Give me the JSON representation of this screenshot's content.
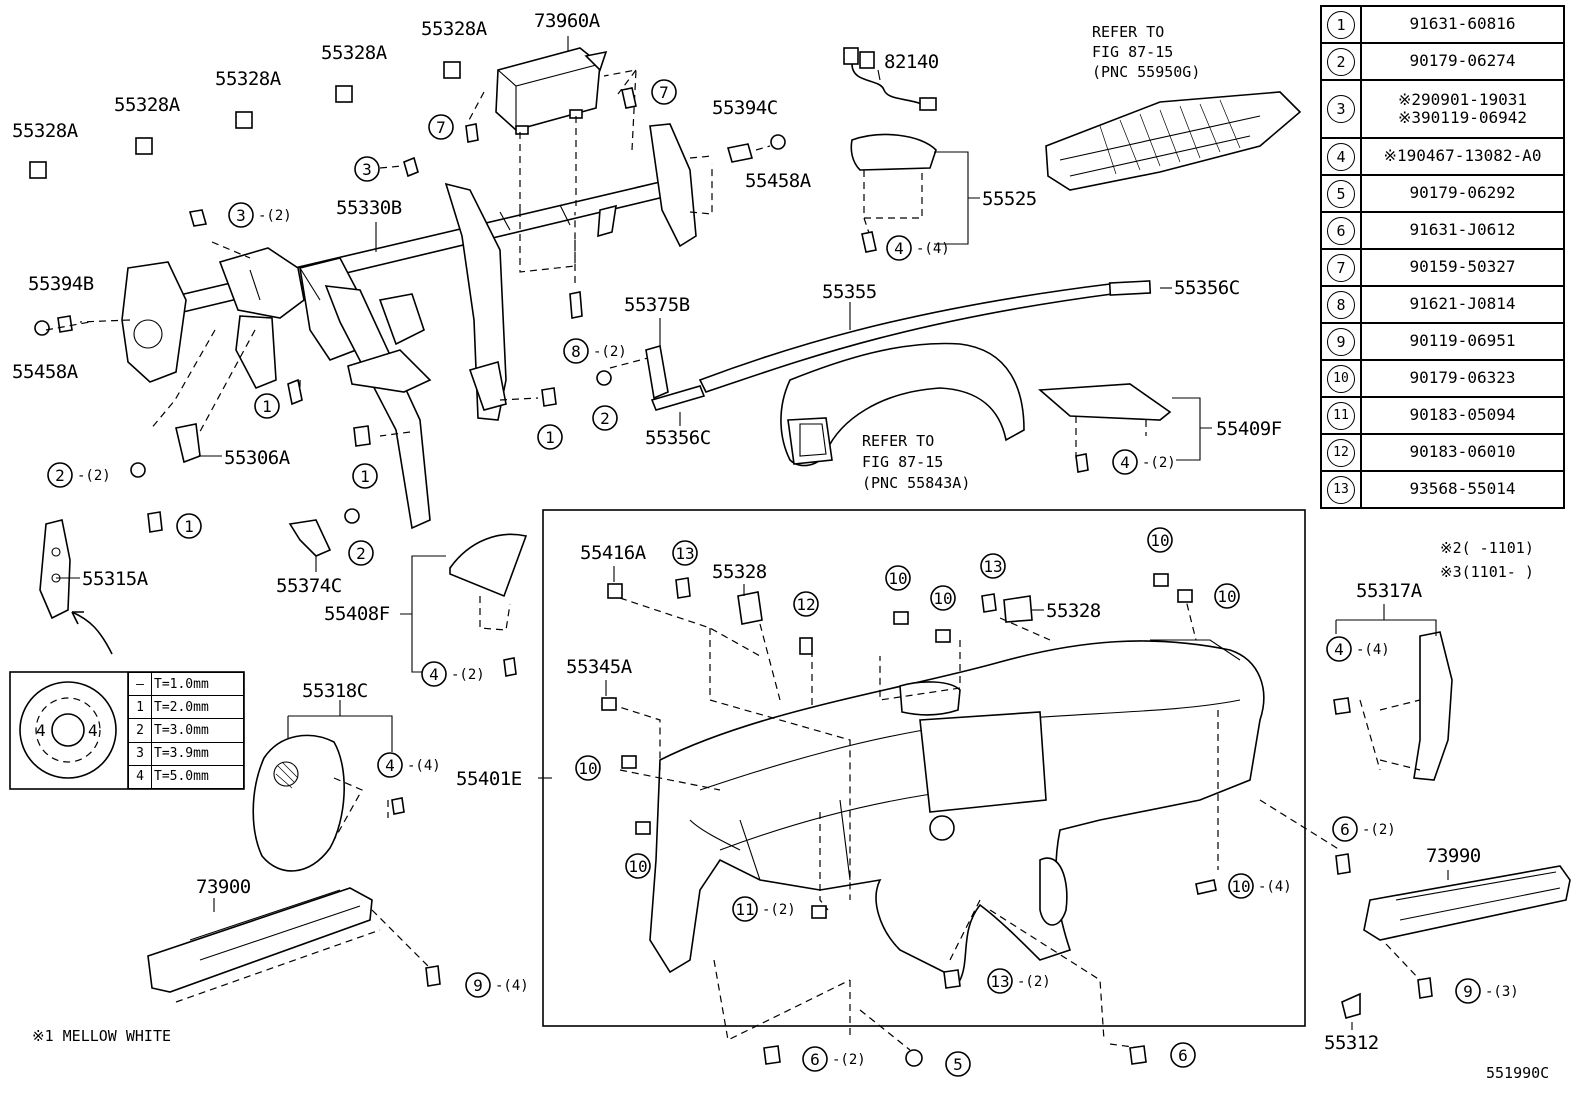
{
  "diagram": {
    "drawing_code": "551990C",
    "refer_notes": [
      {
        "id": "refer-55950g",
        "lines": [
          "REFER TO",
          "FIG 87-15",
          "(PNC 55950G)"
        ]
      },
      {
        "id": "refer-55843a",
        "lines": [
          "REFER TO",
          "FIG 87-15",
          "(PNC 55843A)"
        ]
      }
    ],
    "footnotes": {
      "note1": "※1 MELLOW WHITE",
      "note2": "※2(   -1101)",
      "note3": "※3(1101-   )"
    },
    "part_labels": {
      "p55328A_1": "55328A",
      "p55328A_2": "55328A",
      "p55328A_3": "55328A",
      "p55328A_4": "55328A",
      "p55328A_5": "55328A",
      "p73960A": "73960A",
      "p82140": "82140",
      "p55394C": "55394C",
      "p55458A_r": "55458A",
      "p55525": "55525",
      "p55330B": "55330B",
      "p55394B": "55394B",
      "p55458A_l": "55458A",
      "p55355": "55355",
      "p55356C_r": "55356C",
      "p55375B": "55375B",
      "p55356C_l": "55356C",
      "p55409F": "55409F",
      "p55306A": "55306A",
      "p55315A": "55315A",
      "p55374C": "55374C",
      "p55408F": "55408F",
      "p55416A": "55416A",
      "p55328_l": "55328",
      "p55328_r": "55328",
      "p55345A": "55345A",
      "p55401E": "55401E",
      "p55318C": "55318C",
      "p55317A": "55317A",
      "p73990": "73990",
      "p73900": "73900",
      "p55312": "55312"
    },
    "callouts": {
      "c7a": {
        "n": "7"
      },
      "c7b": {
        "n": "7"
      },
      "c3a": {
        "n": "3"
      },
      "c3b": {
        "n": "3",
        "qty": "-(2)"
      },
      "c4a": {
        "n": "4",
        "qty": "-(4)"
      },
      "c8": {
        "n": "8",
        "qty": "-(2)"
      },
      "c2a": {
        "n": "2"
      },
      "c1a": {
        "n": "1"
      },
      "c1b": {
        "n": "1"
      },
      "c1c": {
        "n": "1"
      },
      "c1d": {
        "n": "1"
      },
      "c2b": {
        "n": "2",
        "qty": "-(2)"
      },
      "c2c": {
        "n": "2"
      },
      "c4b": {
        "n": "4",
        "qty": "-(2)"
      },
      "c4c": {
        "n": "4",
        "qty": "-(2)"
      },
      "c4d": {
        "n": "4",
        "qty": "-(4)"
      },
      "c4e": {
        "n": "4",
        "qty": "-(4)"
      },
      "c13a": {
        "n": "13"
      },
      "c13b": {
        "n": "13"
      },
      "c12": {
        "n": "12"
      },
      "c10a": {
        "n": "10"
      },
      "c10b": {
        "n": "10"
      },
      "c10c": {
        "n": "10"
      },
      "c10d": {
        "n": "10"
      },
      "c10e": {
        "n": "10"
      },
      "c10f": {
        "n": "10"
      },
      "c10g": {
        "n": "10"
      },
      "c10h": {
        "n": "10",
        "qty": "-(4)"
      },
      "c11": {
        "n": "11",
        "qty": "-(2)"
      },
      "c13c": {
        "n": "13",
        "qty": "-(2)"
      },
      "c6a": {
        "n": "6",
        "qty": "-(2)"
      },
      "c6b": {
        "n": "6",
        "qty": "-(2)"
      },
      "c6c": {
        "n": "6"
      },
      "c5": {
        "n": "5"
      },
      "c9a": {
        "n": "9",
        "qty": "-(4)"
      },
      "c9b": {
        "n": "9",
        "qty": "-(3)"
      }
    },
    "parts_table": [
      {
        "n": "1",
        "pn": [
          "91631-60816"
        ]
      },
      {
        "n": "2",
        "pn": [
          "90179-06274"
        ]
      },
      {
        "n": "3",
        "pn": [
          "※290901-19031",
          "※390119-06942"
        ]
      },
      {
        "n": "4",
        "pn": [
          "※190467-13082-A0"
        ]
      },
      {
        "n": "5",
        "pn": [
          "90179-06292"
        ]
      },
      {
        "n": "6",
        "pn": [
          "91631-J0612"
        ]
      },
      {
        "n": "7",
        "pn": [
          "90159-50327"
        ]
      },
      {
        "n": "8",
        "pn": [
          "91621-J0814"
        ]
      },
      {
        "n": "9",
        "pn": [
          "90119-06951"
        ]
      },
      {
        "n": "10",
        "pn": [
          "90179-06323"
        ]
      },
      {
        "n": "11",
        "pn": [
          "90183-05094"
        ]
      },
      {
        "n": "12",
        "pn": [
          "90183-06010"
        ]
      },
      {
        "n": "13",
        "pn": [
          "93568-55014"
        ]
      }
    ],
    "thickness_table": [
      {
        "key": "—",
        "value": "T=1.0mm"
      },
      {
        "key": "1",
        "value": "T=2.0mm"
      },
      {
        "key": "2",
        "value": "T=3.0mm"
      },
      {
        "key": "3",
        "value": "T=3.9mm"
      },
      {
        "key": "4",
        "value": "T=5.0mm"
      }
    ],
    "washer_marks": {
      "left": "4",
      "right": "4"
    }
  }
}
